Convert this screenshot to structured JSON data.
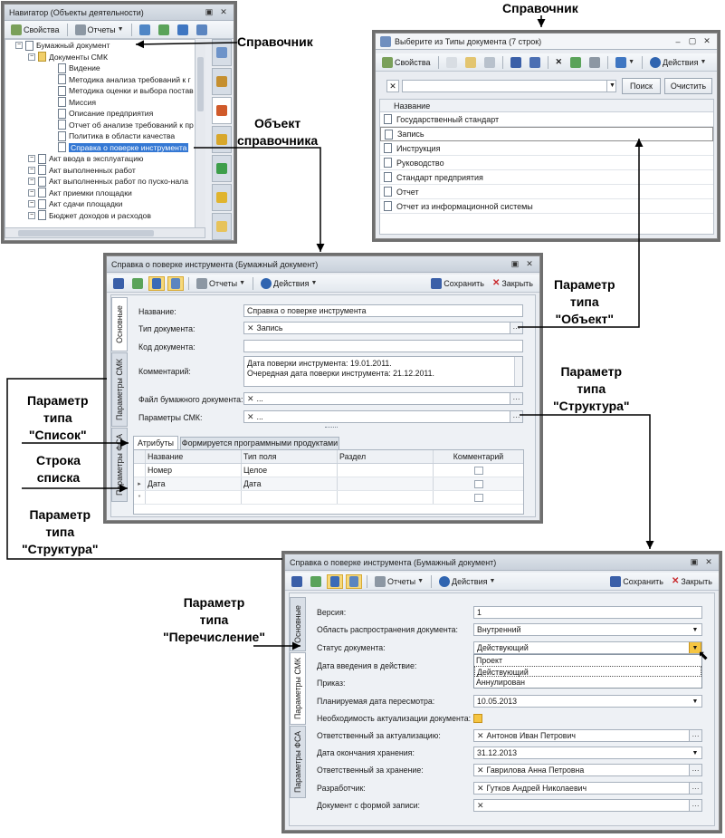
{
  "navigator": {
    "title": "Навигатор (Объекты деятельности)",
    "toolbar": {
      "properties": "Свойства",
      "reports": "Отчеты"
    },
    "tree": [
      {
        "label": "Бумажный документ",
        "level": 1
      },
      {
        "label": "Документы СМК",
        "level": 2
      },
      {
        "label": "Видение",
        "level": 3
      },
      {
        "label": "Методика анализа требований к г",
        "level": 3
      },
      {
        "label": "Методика оценки и выбора постав",
        "level": 3
      },
      {
        "label": "Миссия",
        "level": 3
      },
      {
        "label": "Описание предприятия",
        "level": 3
      },
      {
        "label": "Отчет об анализе требований к пр",
        "level": 3
      },
      {
        "label": "Политика в области качества",
        "level": 3
      },
      {
        "label": "Справка о поверке инструмента",
        "level": 3,
        "selected": true
      },
      {
        "label": "Акт ввода в эксплуатацию",
        "level": 2
      },
      {
        "label": "Акт выполненных работ",
        "level": 2
      },
      {
        "label": "Акт выполненных работ по пуско-нала",
        "level": 2
      },
      {
        "label": "Акт приемки площадки",
        "level": 2
      },
      {
        "label": "Акт сдачи площадки",
        "level": 2
      },
      {
        "label": "Бюджет доходов и расходов",
        "level": 2
      }
    ]
  },
  "selector": {
    "title": "Выберите из Типы документа (7 строк)",
    "toolbar": {
      "properties": "Свойства",
      "actions": "Действия"
    },
    "search_button": "Поиск",
    "clear_button": "Очистить",
    "column_header": "Название",
    "rows": [
      "Государственный стандарт",
      "Запись",
      "Инструкция",
      "Руководство",
      "Стандарт предприятия",
      "Отчет",
      "Отчет из информационной системы"
    ]
  },
  "form1": {
    "title": "Справка о поверке инструмента (Бумажный документ)",
    "toolbar": {
      "reports": "Отчеты",
      "actions": "Действия",
      "save": "Сохранить",
      "close": "Закрыть"
    },
    "vtabs": [
      "Основные",
      "Параметры СМК",
      "Параметры ФСА"
    ],
    "fields": {
      "name_label": "Название:",
      "name_value": "Справка о поверке инструмента",
      "doctype_label": "Тип документа:",
      "doctype_value": "Запись",
      "code_label": "Код документа:",
      "comment_label": "Комментарий:",
      "comment_line1": "Дата поверки инструмента: 19.01.2011.",
      "comment_line2": "Очередная дата поверки инструмента: 21.12.2011.",
      "file_label": "Файл бумажного документа:",
      "file_value": "...",
      "smk_label": "Параметры СМК:",
      "smk_value": "..."
    },
    "tabs": [
      "Атрибуты",
      "Формируется программными продуктами"
    ],
    "columns": [
      "Название",
      "Тип поля",
      "Раздел",
      "Комментарий"
    ],
    "rows": [
      {
        "name": "Номер",
        "type": "Целое"
      },
      {
        "name": "Дата",
        "type": "Дата"
      }
    ]
  },
  "form2": {
    "title": "Справка о поверке инструмента (Бумажный документ)",
    "toolbar": {
      "reports": "Отчеты",
      "actions": "Действия",
      "save": "Сохранить",
      "close": "Закрыть"
    },
    "vtabs": [
      "Основные",
      "Параметры СМК",
      "Параметры ФСА"
    ],
    "fields": [
      {
        "label": "Версия:",
        "value": "1",
        "kind": "text"
      },
      {
        "label": "Область распространения документа:",
        "value": "Внутренний",
        "kind": "combo"
      },
      {
        "label": "Статус документа:",
        "value": "Действующий",
        "kind": "combo-open"
      },
      {
        "label": "Дата введения в действие:",
        "value": "",
        "kind": "hidden"
      },
      {
        "label": "Приказ:",
        "value": "",
        "kind": "hidden"
      },
      {
        "label": "Планируемая дата пересмотра:",
        "value": "10.05.2013",
        "kind": "combo"
      },
      {
        "label": "Необходимость актуализации документа:",
        "value": "",
        "kind": "check"
      },
      {
        "label": "Ответственный за актуализацию:",
        "value": "Антонов Иван Петрович",
        "kind": "ref"
      },
      {
        "label": "Дата окончания хранения:",
        "value": "31.12.2013",
        "kind": "combo"
      },
      {
        "label": "Ответственный за хранение:",
        "value": "Гаврилова Анна Петровна",
        "kind": "ref"
      },
      {
        "label": "Разработчик:",
        "value": "Гутков Андрей Николаевич",
        "kind": "ref"
      },
      {
        "label": "Документ с формой записи:",
        "value": "",
        "kind": "ref"
      }
    ],
    "dropdown_options": [
      "Проект",
      "Действующий",
      "Аннулирован"
    ]
  },
  "annotations": {
    "top_ref": "Справочник",
    "nav_ref": "Справочник",
    "object_ref_l1": "Объект",
    "object_ref_l2": "справочника",
    "param_object": [
      "Параметр",
      "типа",
      "\"Объект\""
    ],
    "param_structure_right": [
      "Параметр",
      "типа",
      "\"Структура\""
    ],
    "param_list": [
      "Параметр",
      "типа",
      "\"Список\""
    ],
    "list_row": [
      "Строка",
      "списка"
    ],
    "param_structure_left": [
      "Параметр",
      "типа",
      "\"Структура\""
    ],
    "param_enum": [
      "Параметр",
      "типа",
      "\"Перечисление\""
    ]
  }
}
